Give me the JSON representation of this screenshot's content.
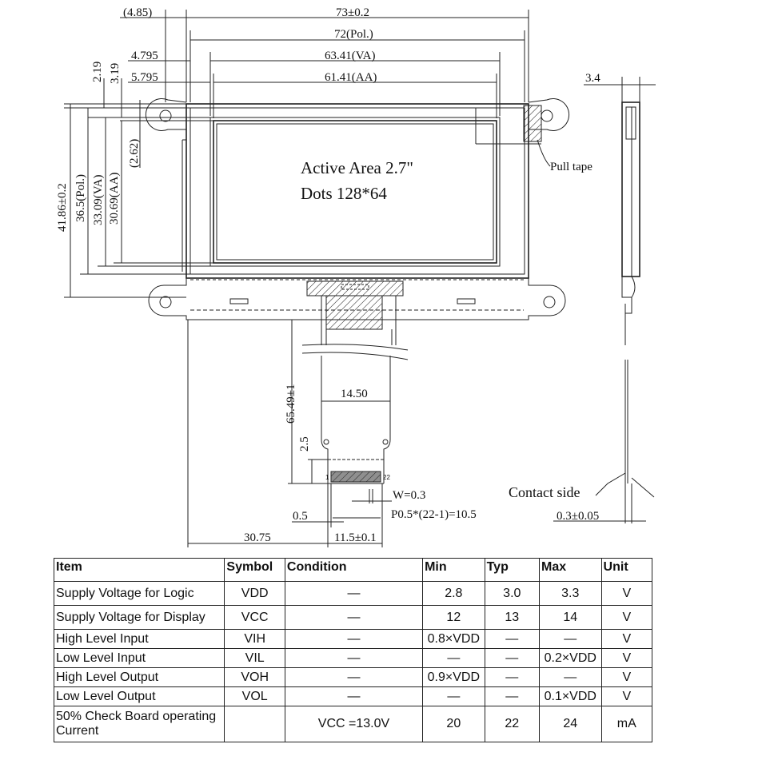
{
  "drawing": {
    "dims_top": {
      "d1": "(4.85)",
      "d2": "73±0.2",
      "d3": "72(Pol.)",
      "d4": "4.795",
      "d5": "63.41(VA)",
      "d6": "5.795",
      "d7": "61.41(AA)",
      "d8": "2.19",
      "d9": "3.19",
      "d10": "(2.62)"
    },
    "dims_left": {
      "h1": "41.86±0.2",
      "h2": "36.5(Pol.)",
      "h3": "33.09(VA)",
      "h4": "30.69(AA)"
    },
    "active_area": "Active Area 2.7\"",
    "dots": "Dots 128*64",
    "pull_tape": "Pull tape",
    "side_dim": "3.4",
    "fpc": {
      "length": "65.49±1",
      "width": "14.50",
      "d25": "2.5",
      "pin1": "1",
      "pin22": "22",
      "w": "W=0.3",
      "pitch": "P0.5*(22-1)=10.5",
      "d05": "0.5",
      "d3075": "30.75",
      "d115": "11.5±0.1"
    },
    "contact_side": "Contact side",
    "thickness": "0.3±0.05"
  },
  "table": {
    "headers": [
      "Item",
      "Symbol",
      "Condition",
      "Min",
      "Typ",
      "Max",
      "Unit"
    ],
    "rows": [
      [
        "Supply Voltage for Logic",
        "VDD",
        "—",
        "2.8",
        "3.0",
        "3.3",
        "V"
      ],
      [
        "Supply Voltage for Display",
        "VCC",
        "—",
        "12",
        "13",
        "14",
        "V"
      ],
      [
        "High Level Input",
        "VIH",
        "—",
        "0.8×VDD",
        "—",
        "—",
        "V"
      ],
      [
        "Low Level Input",
        "VIL",
        "—",
        "—",
        "—",
        "0.2×VDD",
        "V"
      ],
      [
        "High Level Output",
        "VOH",
        "—",
        "0.9×VDD",
        "—",
        "—",
        "V"
      ],
      [
        "Low Level Output",
        "VOL",
        "—",
        "—",
        "—",
        "0.1×VDD",
        "V"
      ],
      [
        "50% Check Board operating Current",
        "",
        "VCC =13.0V",
        "20",
        "22",
        "24",
        "mA"
      ]
    ]
  }
}
